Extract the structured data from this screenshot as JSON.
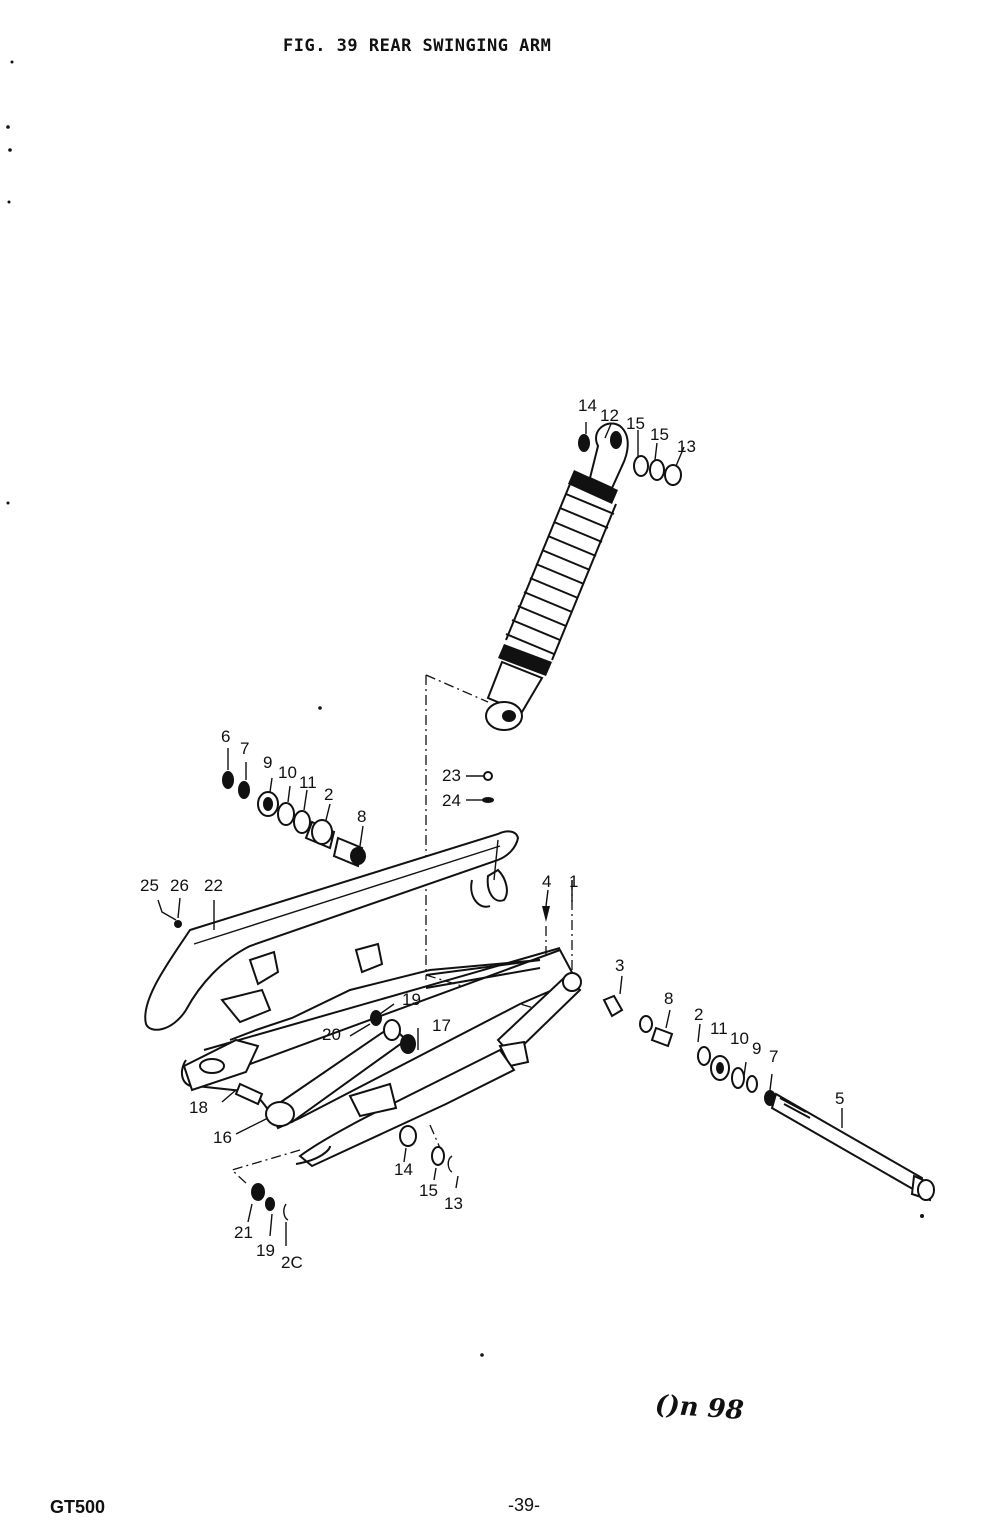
{
  "header": {
    "title": "FIG. 39  REAR SWINGING ARM"
  },
  "footer": {
    "model": "GT500",
    "page": "-39-",
    "handwritten_note": "()n 98"
  },
  "diagram": {
    "callouts": [
      {
        "id": "c14a",
        "text": "14"
      },
      {
        "id": "c12a",
        "text": "12"
      },
      {
        "id": "c15a",
        "text": "15"
      },
      {
        "id": "c15b",
        "text": "15"
      },
      {
        "id": "c13a",
        "text": "13"
      },
      {
        "id": "c6",
        "text": "6"
      },
      {
        "id": "c7a",
        "text": "7"
      },
      {
        "id": "c9a",
        "text": "9"
      },
      {
        "id": "c10a",
        "text": "10"
      },
      {
        "id": "c11a",
        "text": "11"
      },
      {
        "id": "c2a",
        "text": "2"
      },
      {
        "id": "c8a",
        "text": "8"
      },
      {
        "id": "c23",
        "text": "23"
      },
      {
        "id": "c24",
        "text": "24"
      },
      {
        "id": "c25",
        "text": "25"
      },
      {
        "id": "c26",
        "text": "26"
      },
      {
        "id": "c22",
        "text": "22"
      },
      {
        "id": "c4",
        "text": "4"
      },
      {
        "id": "c1",
        "text": "1"
      },
      {
        "id": "c3",
        "text": "3"
      },
      {
        "id": "c8b",
        "text": "8"
      },
      {
        "id": "c2b",
        "text": "2"
      },
      {
        "id": "c11b",
        "text": "11"
      },
      {
        "id": "c10b",
        "text": "10"
      },
      {
        "id": "c9b",
        "text": "9"
      },
      {
        "id": "c7b",
        "text": "7"
      },
      {
        "id": "c5",
        "text": "5"
      },
      {
        "id": "c19a",
        "text": "19"
      },
      {
        "id": "c20a",
        "text": "20"
      },
      {
        "id": "c17",
        "text": "17"
      },
      {
        "id": "c18",
        "text": "18"
      },
      {
        "id": "c16",
        "text": "16"
      },
      {
        "id": "c14b",
        "text": "14"
      },
      {
        "id": "c15c",
        "text": "15"
      },
      {
        "id": "c13b",
        "text": "13"
      },
      {
        "id": "c21",
        "text": "21"
      },
      {
        "id": "c19b",
        "text": "19"
      },
      {
        "id": "c20b",
        "text": "2C"
      }
    ]
  }
}
